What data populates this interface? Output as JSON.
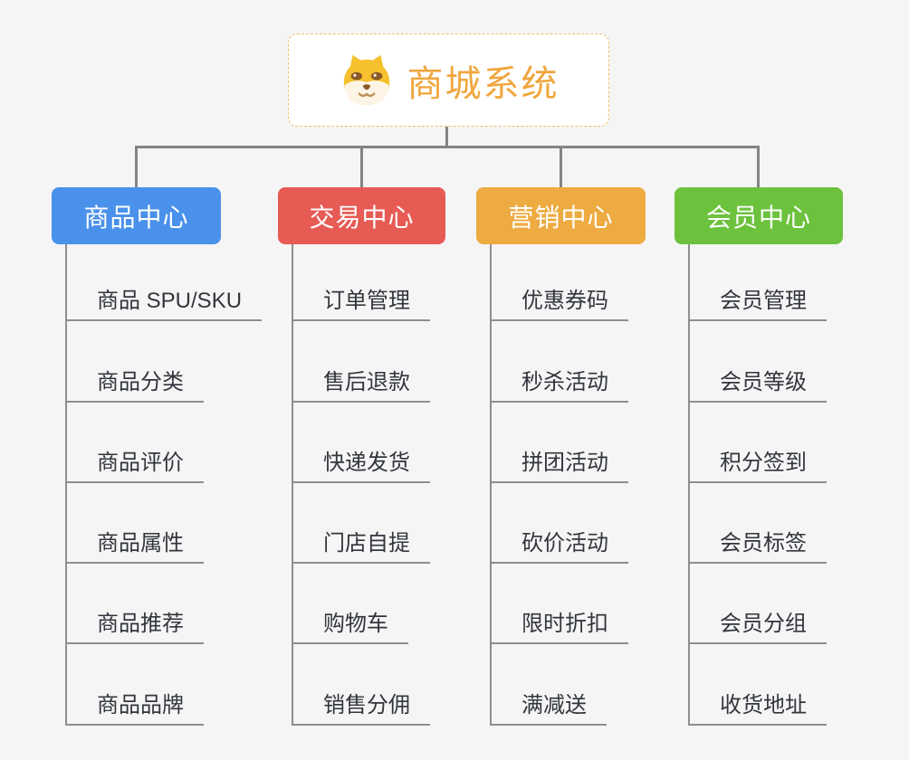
{
  "root": {
    "title": "商城系统",
    "icon": "dog-face-icon",
    "accent_color": "#f0a63d",
    "border_color": "#f2bd68"
  },
  "branches": [
    {
      "label": "商品中心",
      "color": "#4a91eb",
      "items": [
        "商品 SPU/SKU",
        "商品分类",
        "商品评价",
        "商品属性",
        "商品推荐",
        "商品品牌"
      ]
    },
    {
      "label": "交易中心",
      "color": "#e75b55",
      "items": [
        "订单管理",
        "售后退款",
        "快递发货",
        "门店自提",
        "购物车",
        "销售分佣"
      ]
    },
    {
      "label": "营销中心",
      "color": "#edab41",
      "items": [
        "优惠券码",
        "秒杀活动",
        "拼团活动",
        "砍价活动",
        "限时折扣",
        "满减送"
      ]
    },
    {
      "label": "会员中心",
      "color": "#6cc23d",
      "items": [
        "会员管理",
        "会员等级",
        "积分签到",
        "会员标签",
        "会员分组",
        "收货地址"
      ]
    }
  ],
  "palette": {
    "background": "#f5f5f6",
    "connector_gray": "#848484",
    "underline_gray": "#8e8e8e",
    "item_text": "#32363c"
  }
}
